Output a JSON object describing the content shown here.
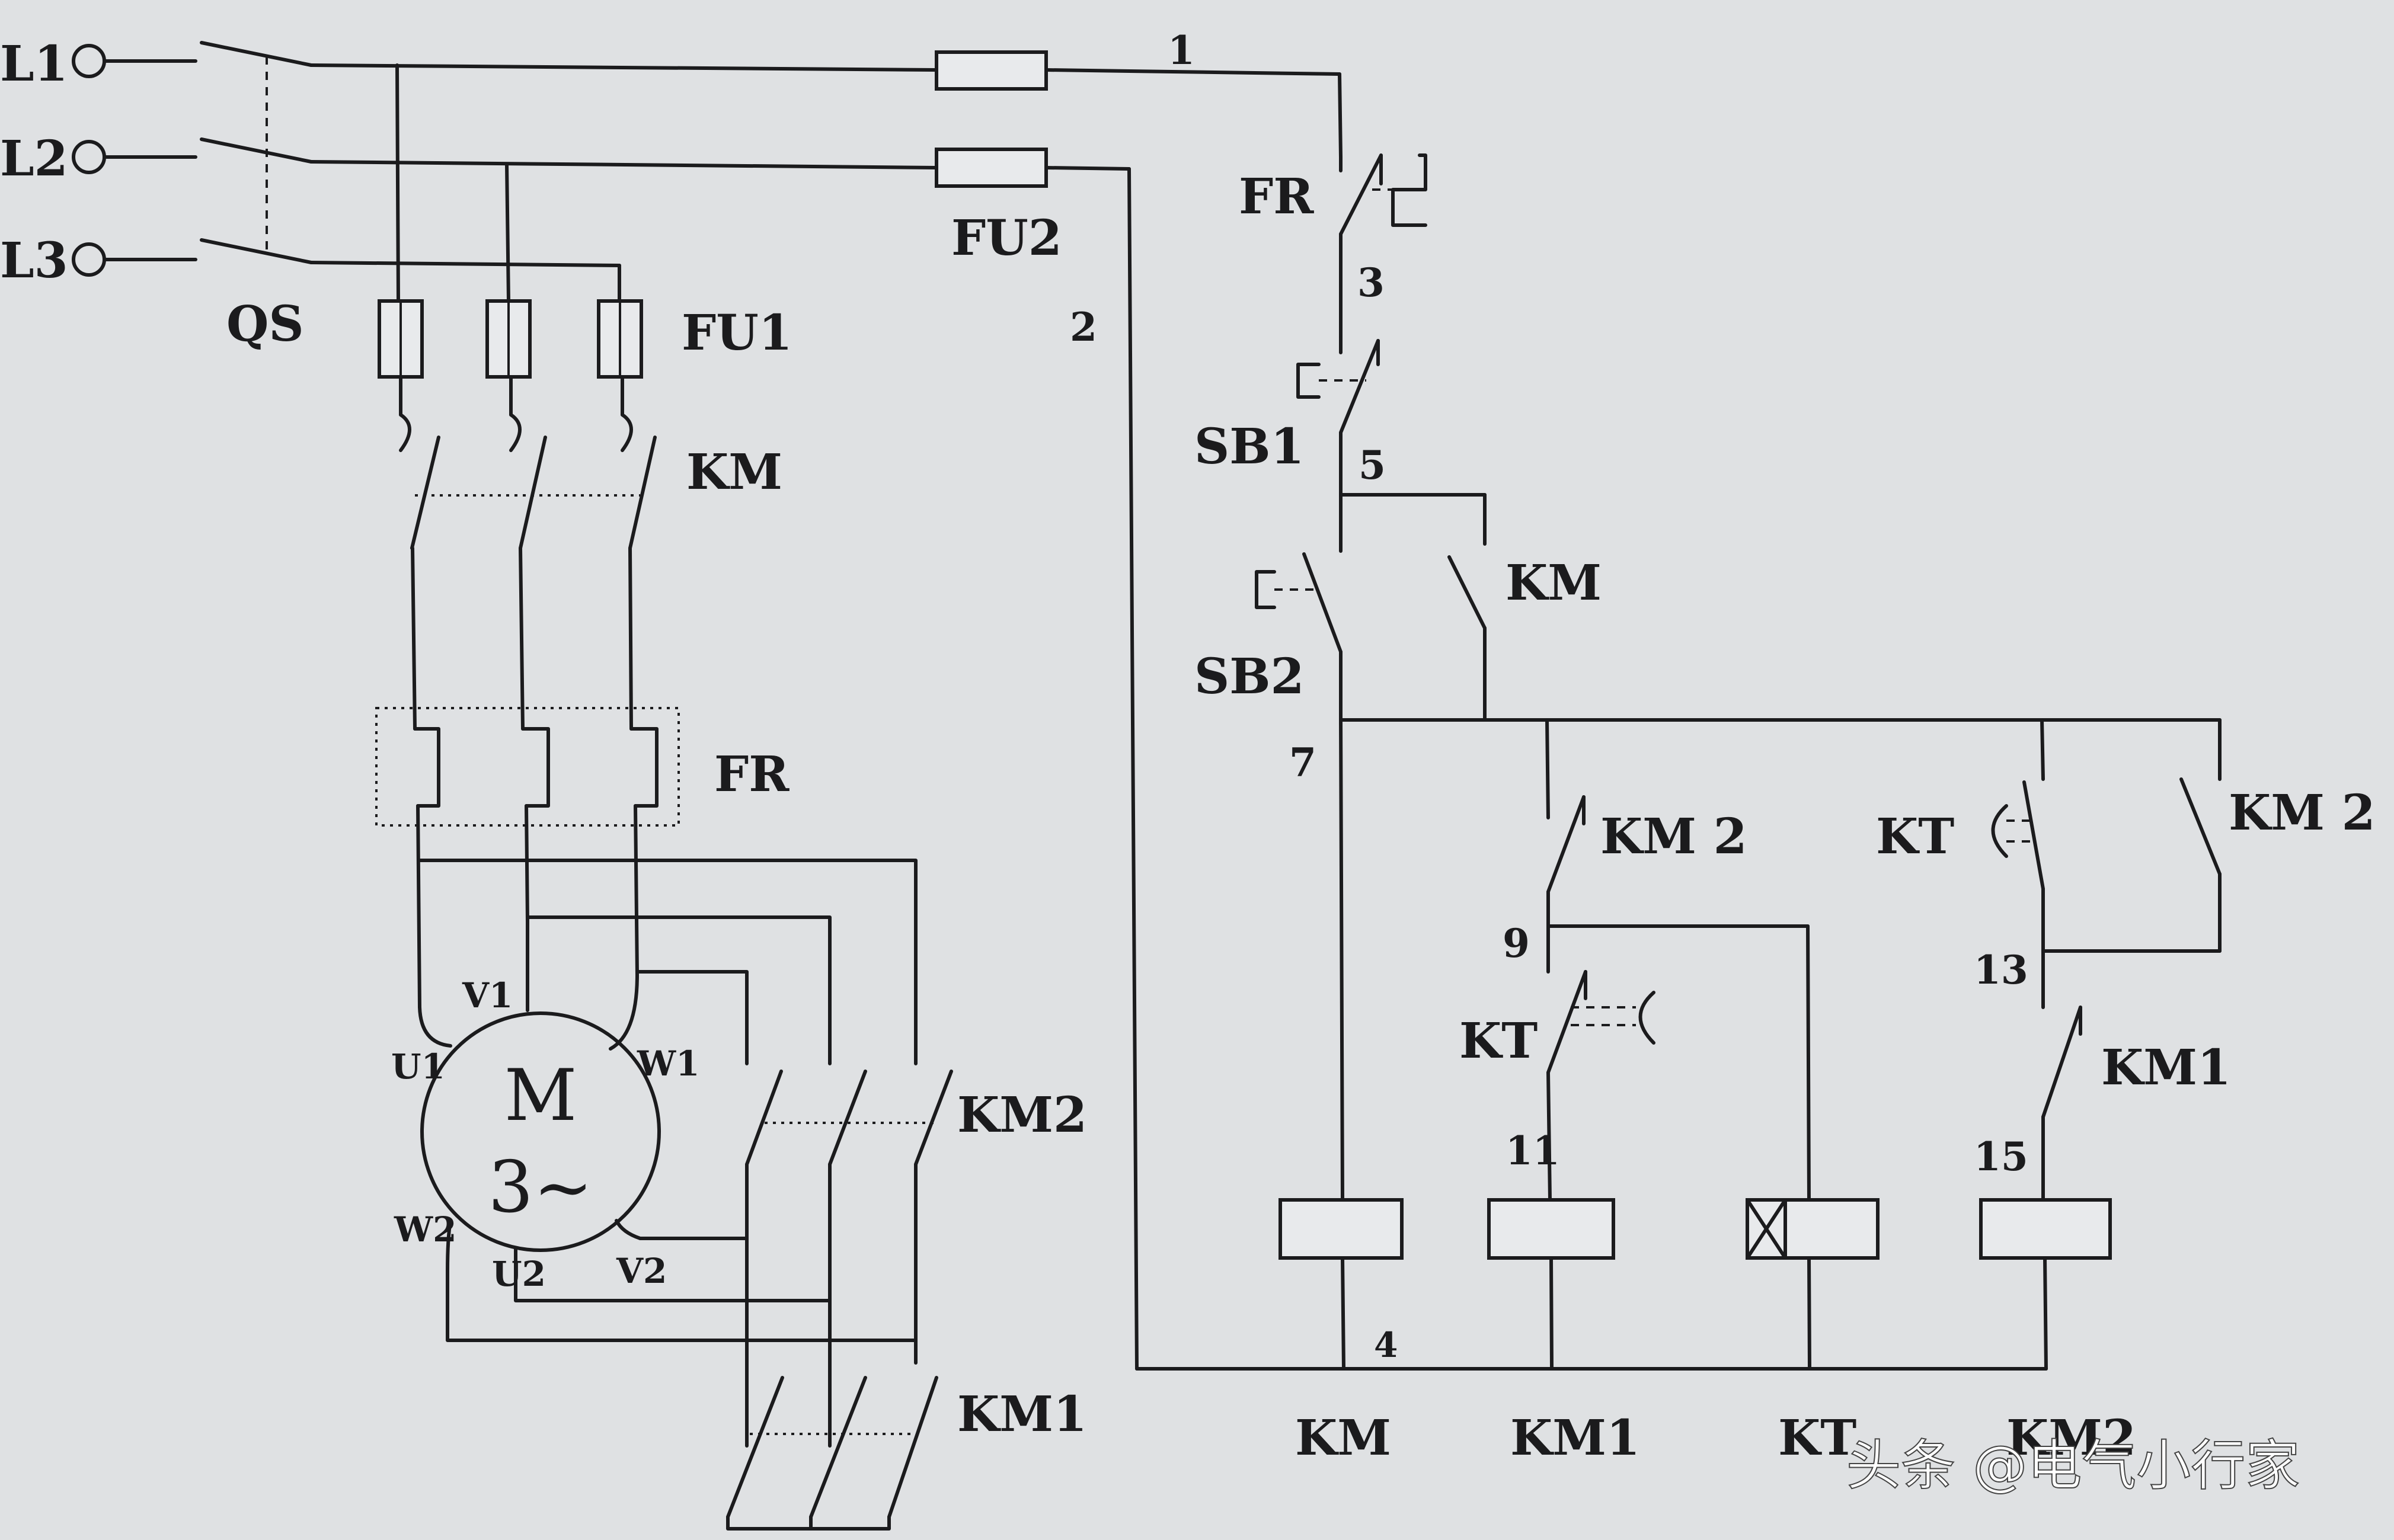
{
  "supply": {
    "l1": "L1",
    "l2": "L2",
    "l3": "L3"
  },
  "power": {
    "switch": "QS",
    "fuse": "FU1",
    "contactor_main": "KM",
    "overload": "FR",
    "contactor_delta": "KM2",
    "contactor_star": "KM1"
  },
  "motor": {
    "symbol": "M",
    "phase": "3~",
    "terminals": {
      "u1": "U1",
      "v1": "V1",
      "w1": "W1",
      "u2": "U2",
      "v2": "V2",
      "w2": "W2"
    }
  },
  "control": {
    "fuse": "FU2",
    "overload_contact": "FR",
    "stop_button": "SB1",
    "start_button": "SB2",
    "hold_contact": "KM",
    "km2_nc": "KM 2",
    "kt_nc": "KT",
    "kt_no": "KT",
    "km2_no": "KM 2",
    "km1_no": "KM1",
    "nodes": {
      "n1": "1",
      "n2": "2",
      "n3": "3",
      "n5": "5",
      "n7": "7",
      "n9": "9",
      "n11": "11",
      "n13": "13",
      "n15": "15",
      "n4": "4"
    }
  },
  "coils": {
    "c1": "KM",
    "c2": "KM1",
    "c3": "KT",
    "c4": "KM2"
  },
  "watermark": "头条 @电气小行家"
}
